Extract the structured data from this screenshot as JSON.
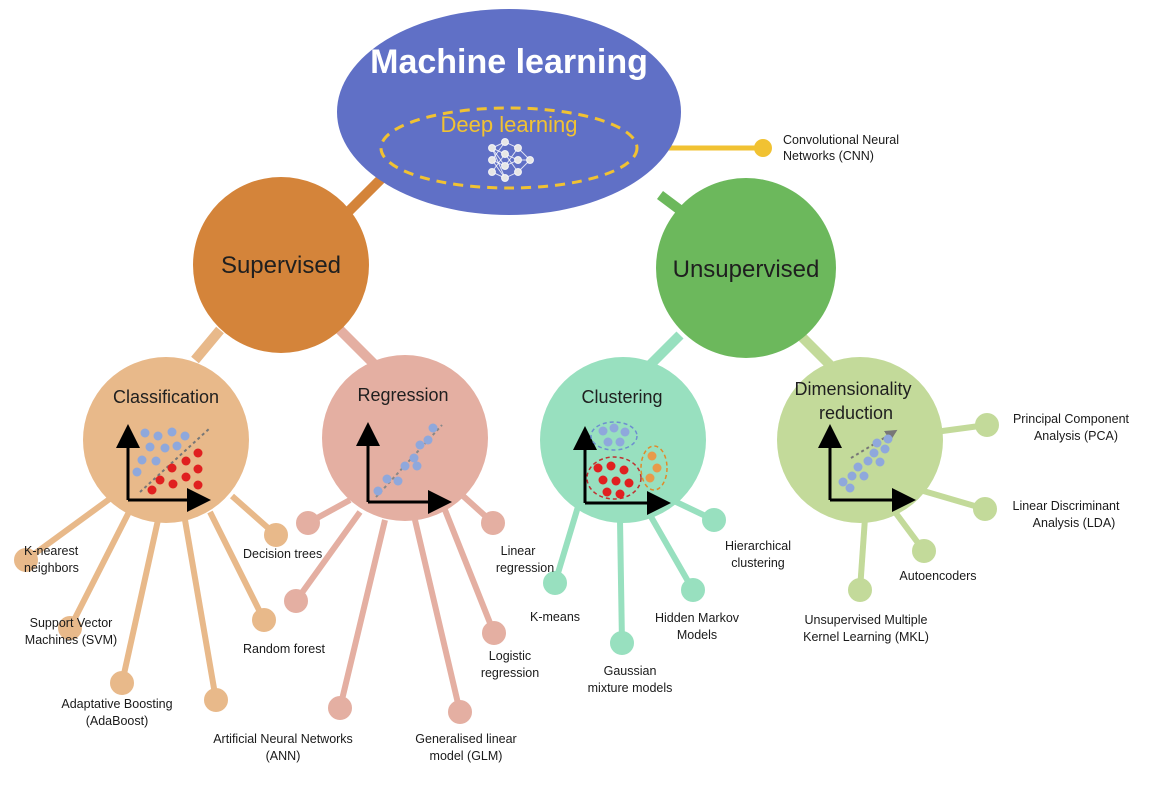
{
  "root": {
    "title": "Machine learning",
    "inner": "Deep learning"
  },
  "cnn": {
    "line1": "Convolutional Neural",
    "line2": "Networks (CNN)"
  },
  "supervised": {
    "label": "Supervised",
    "classification": {
      "label": "Classification",
      "leaves": [
        {
          "line1": "K-nearest",
          "line2": "neighbors"
        },
        {
          "line1": "Support Vector",
          "line2": "Machines (SVM)"
        },
        {
          "line1": "Adaptative Boosting",
          "line2": "(AdaBoost)"
        },
        {
          "line1": "Artificial Neural Networks",
          "line2": "(ANN)"
        },
        {
          "line1": "Random forest",
          "line2": ""
        },
        {
          "line1": "Decision trees",
          "line2": ""
        }
      ]
    },
    "regression": {
      "label": "Regression",
      "leaves": [
        {
          "line1": "Generalised linear",
          "line2": "model (GLM)"
        },
        {
          "line1": "Logistic",
          "line2": "regression"
        },
        {
          "line1": "Linear",
          "line2": "regression"
        }
      ]
    }
  },
  "unsupervised": {
    "label": "Unsupervised",
    "clustering": {
      "label": "Clustering",
      "leaves": [
        {
          "line1": "K-means",
          "line2": ""
        },
        {
          "line1": "Gaussian",
          "line2": "mixture models"
        },
        {
          "line1": "Hidden Markov",
          "line2": "Models"
        },
        {
          "line1": "Hierarchical",
          "line2": "clustering"
        }
      ]
    },
    "dimred": {
      "label1": "Dimensionality",
      "label2": "reduction",
      "leaves": [
        {
          "line1": "Unsupervised Multiple",
          "line2": "Kernel Learning (MKL)"
        },
        {
          "line1": "Autoencoders",
          "line2": ""
        },
        {
          "line1": "Linear Discriminant",
          "line2": "Analysis (LDA)"
        },
        {
          "line1": "Principal Component",
          "line2": "Analysis (PCA)"
        }
      ]
    }
  },
  "colors": {
    "root": "#6070c6",
    "deep": "#f1c232",
    "supervised": "#d4843a",
    "unsupervised": "#6cb85c",
    "classification": "#e8b98a",
    "regression": "#e4afa2",
    "clustering": "#98e0bf",
    "dimred": "#c3da9a"
  }
}
